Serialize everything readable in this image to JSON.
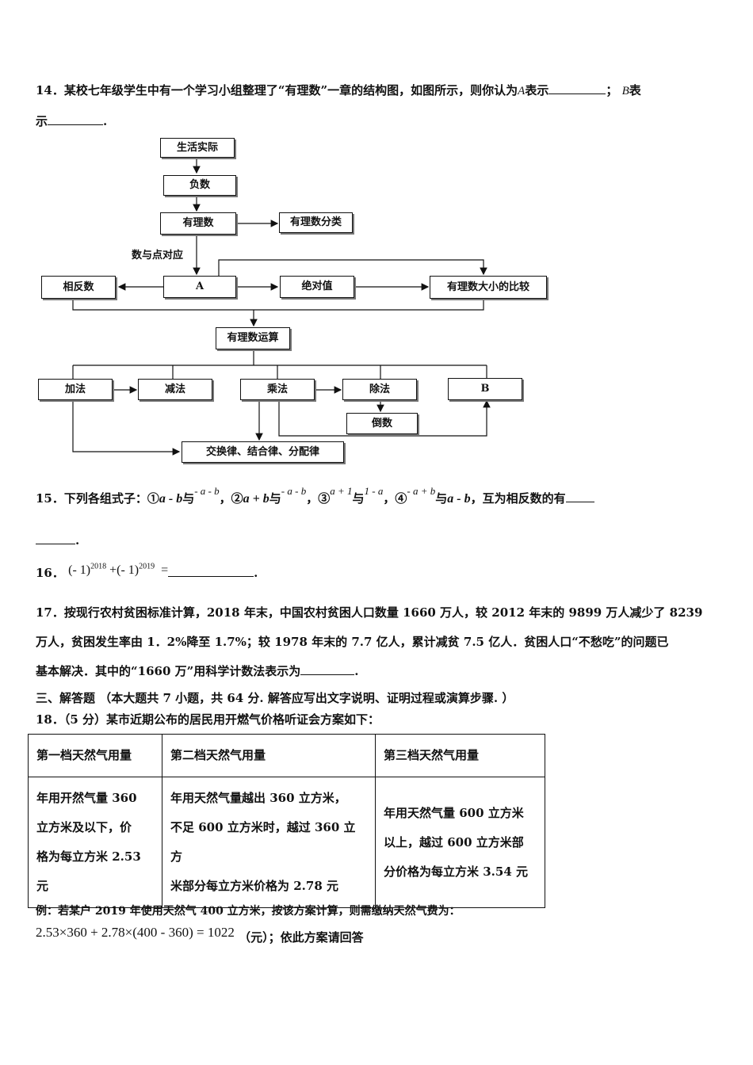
{
  "q14": {
    "text": "14．某校七年级学生中有一个学习小组整理了“有理数”一章的结构图，如图所示，则你认为",
    "a_var": "A",
    "a_suffix": "表示",
    "sep": "；",
    "b_var": "B",
    "b_suffix": "表",
    "line2": "示",
    "end": "."
  },
  "flowchart": {
    "life": "生活实际",
    "negative": "负数",
    "rational": "有理数",
    "classification": "有理数分类",
    "point_label": "数与点对应",
    "opposite": "相反数",
    "a": "A",
    "absolute": "绝对值",
    "compare": "有理数大小的比较",
    "operations": "有理数运算",
    "add": "加法",
    "subtract": "减法",
    "multiply": "乘法",
    "divide": "除法",
    "b": "B",
    "reciprocal": "倒数",
    "laws": "交换律、结合律、分配律"
  },
  "q15": {
    "prefix": "15．下列各组式子：①",
    "e1a": "a - b",
    "w1": "与",
    "e1b": "- a - b",
    "s1": "，②",
    "e2a": "a + b",
    "w2": "与",
    "e2b": "- a - b",
    "s2": "，③",
    "e3a": "a + 1",
    "w3": "与",
    "e3b": "1 - a",
    "s3": "，④",
    "e4a": "- a + b",
    "w4": "与",
    "e4b": "a - b",
    "suffix": "，互为相反数的有",
    "end": "."
  },
  "q16": {
    "label": "16．",
    "base1": "(- 1)",
    "exp1": "2018",
    "plus": "+",
    "base2": "(- 1)",
    "exp2": "2019",
    "eq": "=",
    "end": "."
  },
  "q17": {
    "line1": "17．按现行农村贫困标准计算，2018 年末，中国农村贫困人口数量 1660 万人，较 2012 年末的 9899 万人减少了 8239",
    "line2": "万人，贫困发生率由 1．2%降至 1.7%；较 1978 年末的 7.7 亿人，累计减贫 7.5 亿人．贫困人口“不愁吃”的问题已",
    "line3": "基本解决．其中的“1660 万”用科学计数法表示为",
    "end": "."
  },
  "section3": "三、解答题 （本大题共 7 小题，共 64 分. 解答应写出文字说明、证明过程或演算步骤. ）",
  "q18": {
    "title": "18．（5 分）某市近期公布的居民用开燃气价格听证会方案如下：",
    "headers": [
      "第一档天然气用量",
      "第二档天然气用量",
      "第三档天然气用量"
    ],
    "cells": [
      [
        "年用开然气量 360",
        "立方米及以下，价",
        "格为每立方米 2.53",
        "元"
      ],
      [
        "年用天然气量越出 360 立方米，",
        "不足 600 立方米时，越过 360 立方",
        "米部分每立方米价格为 2.78 元"
      ],
      [
        "年用天然气量 600 立方米",
        "以上，越过 600 立方米部",
        "分价格为每立方米 3.54 元"
      ]
    ],
    "example": "例：若某户 2019 年使用天然气 400 立方米，按该方案计算，则需缴纳天然气费为：",
    "formula": "2.53×360 + 2.78×(400 - 360) = 1022",
    "formula_suffix": "（元）；依此方案请回答"
  }
}
